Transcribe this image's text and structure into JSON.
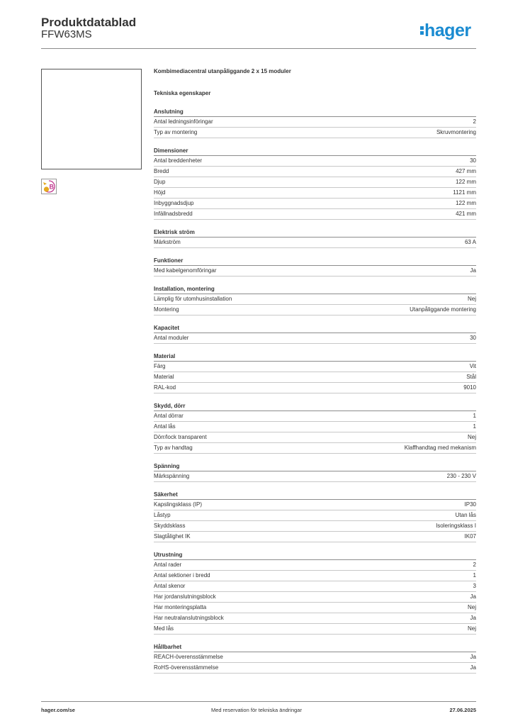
{
  "header": {
    "title": "Produktdatablad",
    "subtitle": "FFW63MS",
    "logo_text": "hager",
    "logo_color": "#1a8bd1"
  },
  "product_title": "Kombimediacentral utanpåliggande 2 x 15 moduler",
  "tech_title": "Tekniska egenskaper",
  "sections": [
    {
      "title": "Anslutning",
      "rows": [
        {
          "label": "Antal ledningsinföringar",
          "value": "2"
        },
        {
          "label": "Typ av montering",
          "value": "Skruvmontering"
        }
      ]
    },
    {
      "title": "Dimensioner",
      "rows": [
        {
          "label": "Antal breddenheter",
          "value": "30"
        },
        {
          "label": "Bredd",
          "value": "427 mm"
        },
        {
          "label": "Djup",
          "value": "122 mm"
        },
        {
          "label": "Höjd",
          "value": "1121 mm"
        },
        {
          "label": "Inbyggnadsdjup",
          "value": "122 mm"
        },
        {
          "label": "Infällnadsbredd",
          "value": "421 mm"
        }
      ]
    },
    {
      "title": "Elektrisk ström",
      "rows": [
        {
          "label": "Märkström",
          "value": "63 A"
        }
      ]
    },
    {
      "title": "Funktioner",
      "rows": [
        {
          "label": "Med kabelgenomföringar",
          "value": "Ja"
        }
      ]
    },
    {
      "title": "Installation, montering",
      "rows": [
        {
          "label": "Lämplig för utomhusinstallation",
          "value": "Nej"
        },
        {
          "label": "Montering",
          "value": "Utanpåliggande montering"
        }
      ]
    },
    {
      "title": "Kapacitet",
      "rows": [
        {
          "label": "Antal moduler",
          "value": "30"
        }
      ]
    },
    {
      "title": "Material",
      "rows": [
        {
          "label": "Färg",
          "value": "Vit"
        },
        {
          "label": "Material",
          "value": "Stål"
        },
        {
          "label": "RAL-kod",
          "value": "9010"
        }
      ]
    },
    {
      "title": "Skydd, dörr",
      "rows": [
        {
          "label": "Antal dörrar",
          "value": "1"
        },
        {
          "label": "Antal lås",
          "value": "1"
        },
        {
          "label": "Dörr/lock transparent",
          "value": "Nej"
        },
        {
          "label": "Typ av handtag",
          "value": "Klaffhandtag med mekanism"
        }
      ]
    },
    {
      "title": "Spänning",
      "rows": [
        {
          "label": "Märkspänning",
          "value": "230 - 230 V"
        }
      ]
    },
    {
      "title": "Säkerhet",
      "rows": [
        {
          "label": "Kapslingsklass (IP)",
          "value": "IP30"
        },
        {
          "label": "Låstyp",
          "value": "Utan lås"
        },
        {
          "label": "Skyddsklass",
          "value": "Isoleringsklass I"
        },
        {
          "label": "Slagtålighet IK",
          "value": "IK07"
        }
      ]
    },
    {
      "title": "Utrustning",
      "rows": [
        {
          "label": "Antal rader",
          "value": "2"
        },
        {
          "label": "Antal sektioner i bredd",
          "value": "1"
        },
        {
          "label": "Antal skenor",
          "value": "3"
        },
        {
          "label": "Har jordanslutningsblock",
          "value": "Ja"
        },
        {
          "label": "Har monteringsplatta",
          "value": "Nej"
        },
        {
          "label": "Har neutralanslutningsblock",
          "value": "Ja"
        },
        {
          "label": "Med lås",
          "value": "Nej"
        }
      ]
    },
    {
      "title": "Hållbarhet",
      "rows": [
        {
          "label": "REACH-överensstämmelse",
          "value": "Ja"
        },
        {
          "label": "RoHS-överensstämmelse",
          "value": "Ja"
        }
      ]
    }
  ],
  "badge_letter": "B",
  "badge_color": "#c0398f",
  "footer": {
    "left": "hager.com/se",
    "center": "Med reservation för tekniska ändringar",
    "right": "27.06.2025"
  }
}
